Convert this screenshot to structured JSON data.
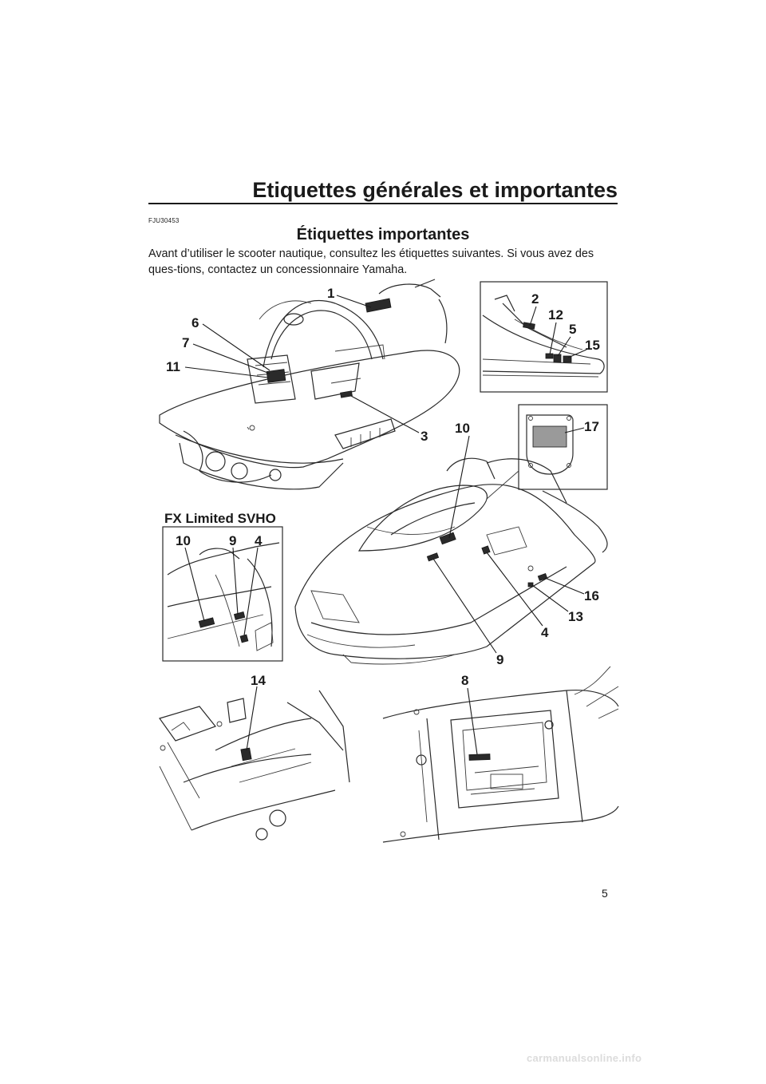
{
  "header": {
    "title": "Etiquettes générales et importantes"
  },
  "section": {
    "code": "FJU30453",
    "title": "Étiquettes importantes",
    "intro": "Avant d’utiliser le scooter nautique, consultez les étiquettes suivantes. Si vous avez des ques-tions, contactez un concessionnaire Yamaha."
  },
  "illustration": {
    "inset_title": "FX Limited SVHO",
    "callouts": {
      "c1": "1",
      "c2": "2",
      "c3": "3",
      "c4": "4",
      "c5": "5",
      "c6": "6",
      "c7": "7",
      "c8": "8",
      "c9": "9",
      "c10": "10",
      "c11": "11",
      "c12": "12",
      "c13": "13",
      "c14": "14",
      "c15": "15",
      "c16": "16",
      "c17": "17",
      "inset_10": "10",
      "inset_9": "9",
      "inset_4": "4"
    }
  },
  "page_number": "5",
  "footer": {
    "watermark": "carmanualsonline.info"
  }
}
